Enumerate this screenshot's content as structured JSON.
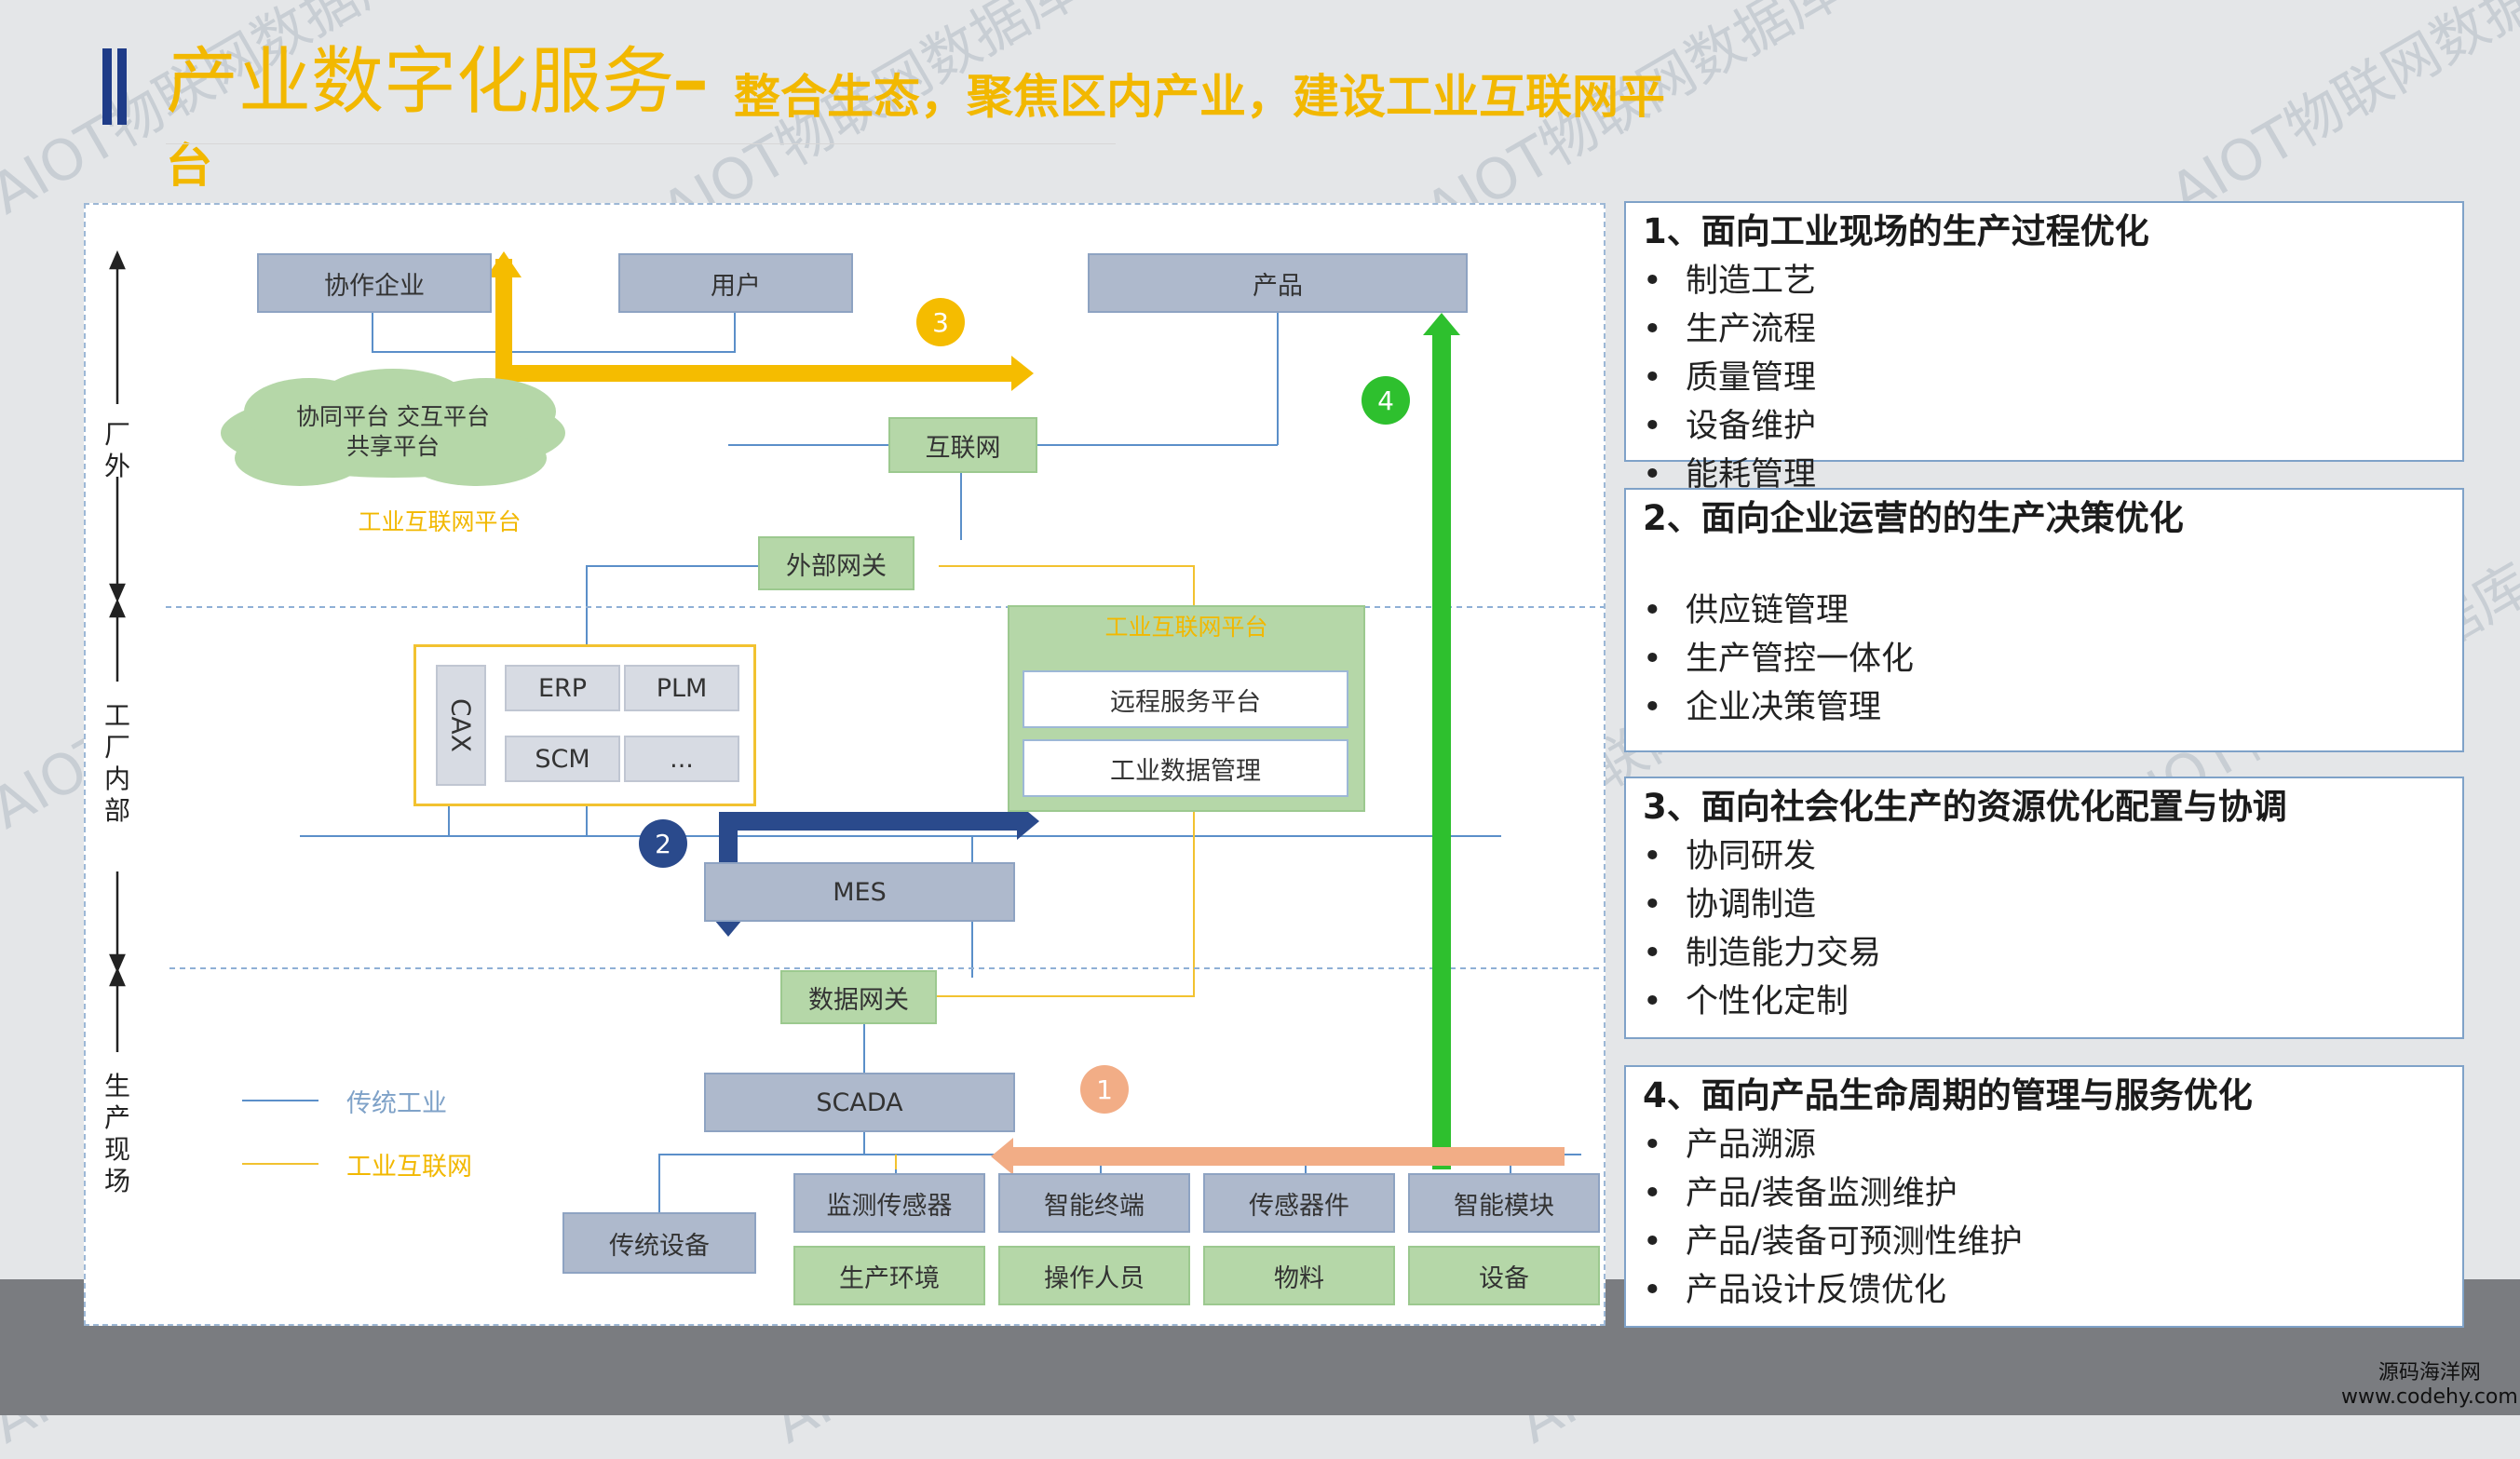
{
  "title": {
    "main": "产业数字化服务",
    "dash": "–",
    "sub_line1": "整合生态，聚焦区内产业，建设工业互联网平",
    "sub_line2": "台"
  },
  "diagram": {
    "zone_labels": {
      "outside": "厂外",
      "inside": "工厂内部",
      "field": "生产现场"
    },
    "top_boxes": {
      "partner": "协作企业",
      "user": "用户",
      "product": "产品"
    },
    "cloud": {
      "line1": "协同平台  交互平台",
      "line2": "共享平台"
    },
    "internet": "互联网",
    "platform_label": "工业互联网平台",
    "external_gateway": "外部网关",
    "inner_platform": {
      "title": "工业互联网平台",
      "remote": "远程服务平台",
      "data_mgmt": "工业数据管理"
    },
    "systems": {
      "cax": "CAX",
      "erp": "ERP",
      "plm": "PLM",
      "scm": "SCM",
      "more": "..."
    },
    "mes": "MES",
    "data_gateway": "数据网关",
    "scada": "SCADA",
    "traditional_equipment": "传统设备",
    "devices": [
      "监测传感器",
      "智能终端",
      "传感器件",
      "智能模块"
    ],
    "field_items": [
      "生产环境",
      "操作人员",
      "物料",
      "设备"
    ],
    "legend": {
      "traditional": "传统工业",
      "iiot": "工业互联网"
    },
    "badges": [
      "1",
      "2",
      "3",
      "4"
    ]
  },
  "panels": [
    {
      "title": "1、面向工业现场的生产过程优化",
      "items": [
        "制造工艺",
        "生产流程",
        "质量管理",
        "设备维护",
        "能耗管理"
      ]
    },
    {
      "title": "2、面向企业运营的的生产决策优化",
      "items": [
        "供应链管理",
        "生产管控一体化",
        "企业决策管理"
      ]
    },
    {
      "title": "3、面向社会化生产的资源优化配置与协调",
      "items": [
        "协同研发",
        "协调制造",
        "制造能力交易",
        "个性化定制"
      ]
    },
    {
      "title": "4、面向产品生命周期的管理与服务优化",
      "items": [
        "产品溯源",
        "产品/装备监测维护",
        "产品/装备可预测性维护",
        "产品设计反馈优化"
      ]
    }
  ],
  "watermark": "AIOT物联网数据库",
  "corner": {
    "line1": "源码海洋网",
    "line2": "www.codehy.com"
  },
  "colors": {
    "accent": "#f2b800",
    "blue_line": "#5b8fc9",
    "arrow_green": "#2ec02e",
    "arrow_blue": "#2a4a8c",
    "arrow_orange": "#f2ad86"
  }
}
